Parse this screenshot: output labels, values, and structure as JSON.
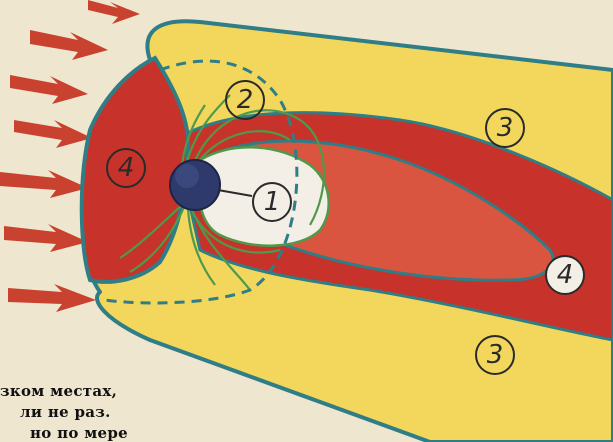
{
  "diagram": {
    "labels": {
      "inner_zone": "1",
      "outer_boundary": "2",
      "sheath": "3",
      "red_layer": "4"
    },
    "colors": {
      "background": "#efe6cf",
      "sheath_yellow": "#f2d75c",
      "layer_red": "#c7332a",
      "boundary_teal": "#2f7d86",
      "field_green": "#4f9a4a",
      "arrow_red": "#c9412f",
      "planet_navy": "#2e3a6b"
    }
  },
  "caption": {
    "line1": "зком местах,",
    "line2": "ли не раз.",
    "line3": "но по мере"
  }
}
